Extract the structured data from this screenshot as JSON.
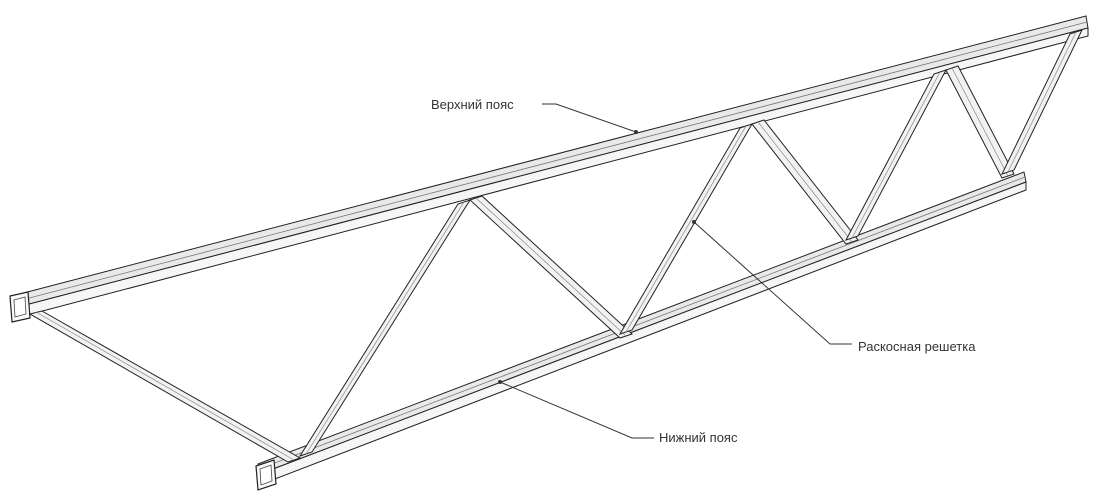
{
  "labels": {
    "top_chord": "Верхний пояс",
    "web_lattice": "Раскосная решетка",
    "bottom_chord": "Нижний пояс"
  }
}
